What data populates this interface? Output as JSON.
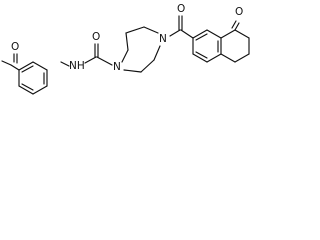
{
  "molecule": {
    "atoms": {
      "o_acetyl": "O",
      "nh": "NH",
      "o_urea": "O",
      "n_ring_1": "N",
      "n_ring_2": "N",
      "o_amide": "O",
      "o_ketone": "O"
    }
  }
}
